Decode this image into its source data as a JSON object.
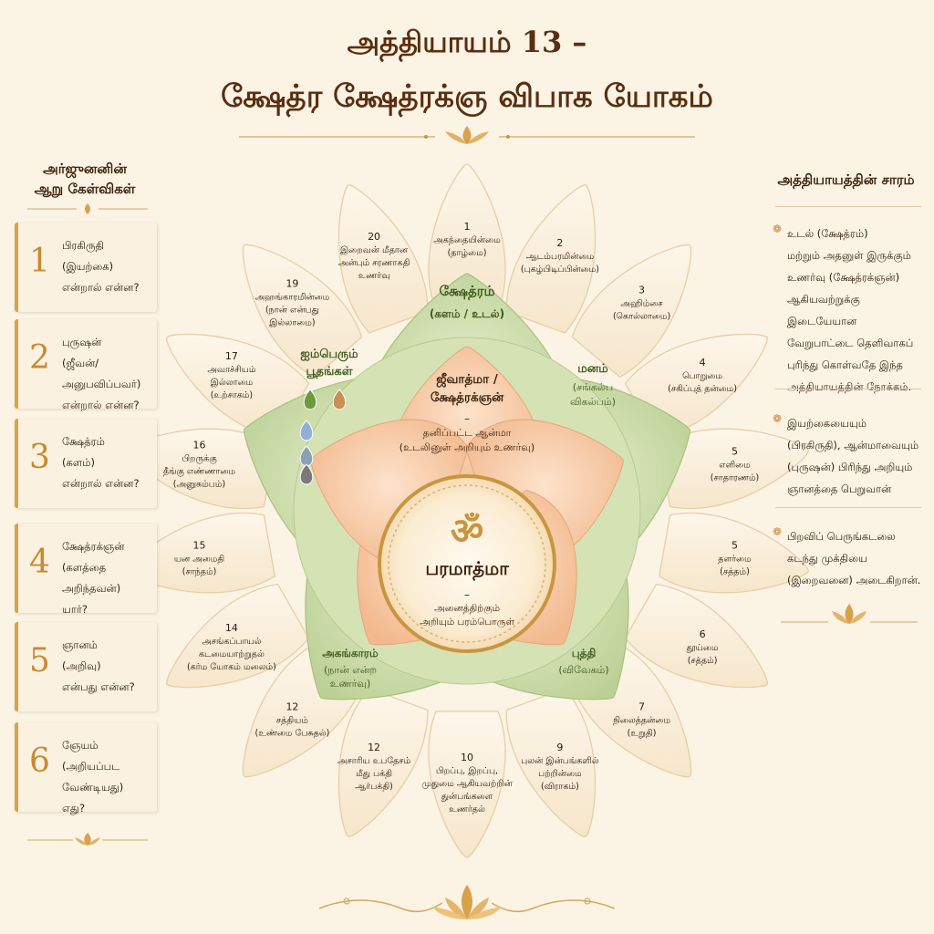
{
  "title": {
    "line1": "அத்தியாயம் 13 –",
    "line2": "க்ஷேத்ர க்ஷேத்ரக்ஞ விபாக யோகம்"
  },
  "questions": {
    "heading_line1": "அர்ஜுனனின்",
    "heading_line2": "ஆறு கேள்விகள்",
    "items": [
      {
        "num": "1",
        "lines": [
          "பிரகிருதி",
          "(இயற்கை)",
          "என்றால் என்ன?"
        ]
      },
      {
        "num": "2",
        "lines": [
          "புருஷன்",
          "(ஜீவன்/அனுபவிப்பவர்)",
          "என்றால் என்ன?"
        ]
      },
      {
        "num": "3",
        "lines": [
          "க்ஷேத்ரம்",
          "(களம்)",
          "என்றால் என்ன?"
        ]
      },
      {
        "num": "4",
        "lines": [
          "க்ஷேத்ரக்ஞன்",
          "(களத்தை அறிந்தவன்)",
          "யார்?"
        ]
      },
      {
        "num": "5",
        "lines": [
          "ஞானம்",
          "(அறிவு)",
          "என்பது என்ன?"
        ]
      },
      {
        "num": "6",
        "lines": [
          "ஞேயம்",
          "(அறியப்பட வேண்டியது)",
          "எது?"
        ]
      }
    ]
  },
  "summary": {
    "heading": "அத்தியாயத்தின் சாரம்",
    "items": [
      {
        "lines": [
          "உடல் (க்ஷேத்ரம்)",
          "மற்றும் அதனுள் இருக்கும்",
          "உணர்வு (க்ஷேத்ரக்ஞன்)",
          "ஆகியவற்றுக்கு இடையேயான",
          "வேறுபாட்டை தெளிவாகப்",
          "புரிந்து கொள்வதே இந்த",
          "அத்தியாயத்தின் நோக்கம்."
        ]
      },
      {
        "lines": [
          "இயற்கையையும்",
          "(பிரகிருதி), ஆன்மாவையும்",
          "(புருஷன்) பிரிந்து அறியும்",
          "ஞானத்தை பெறுவான்"
        ]
      },
      {
        "lines": [
          "பிறவிப் பெருங்கடலை",
          "கடந்து முக்தியை",
          "(இறைவனை) அடைகிறான்."
        ]
      }
    ]
  },
  "petals": [
    {
      "num": "1",
      "lines": [
        "அகந்தையின்மை",
        "(தாழ்மை)"
      ]
    },
    {
      "num": "2",
      "lines": [
        "ஆடம்பரமின்மை",
        "(புகழ்பிடிப்பின்மை)"
      ]
    },
    {
      "num": "3",
      "lines": [
        "அஹிம்சை",
        "(கொல்லாமை)"
      ]
    },
    {
      "num": "4",
      "lines": [
        "பொறுமை",
        "(சகிப்புத் தன்மை)"
      ]
    },
    {
      "num": "5",
      "lines": [
        "எளிமை",
        "(சாதாரணம்)"
      ]
    },
    {
      "num": "5",
      "lines": [
        "தளர்மை",
        "(சத்தம்)"
      ]
    },
    {
      "num": "6",
      "lines": [
        "தூய்மை",
        "(சத்தம்)"
      ]
    },
    {
      "num": "7",
      "lines": [
        "நிலைத்தன்மை",
        "(உறுதி)"
      ]
    },
    {
      "num": "9",
      "lines": [
        "புலன் இன்பங்களில்",
        "பற்றின்மை",
        "(விராகம்)"
      ]
    },
    {
      "num": "10",
      "lines": [
        "பிறப்பு, இறப்பு,",
        "முதுமை ஆகியவற்றின்",
        "துன்பங்களை",
        "உணர்தல்"
      ]
    },
    {
      "num": "12",
      "lines": [
        "அசாரிய உபதேசம்",
        "மீது பக்தி",
        "ஆர்பக்தி)"
      ]
    },
    {
      "num": "12",
      "lines": [
        "சத்தியம்",
        "(உண்மை பேசுதல்)"
      ]
    },
    {
      "num": "14",
      "lines": [
        "அசங்கப்பாயல்",
        "கடமையாற்றுதல்",
        "(கர்ம யோகம் மலைம்)"
      ]
    },
    {
      "num": "15",
      "lines": [
        "யன அமைதி",
        "(சாந்தம்)"
      ]
    },
    {
      "num": "16",
      "lines": [
        "பிறருக்கு",
        "தீங்கு எண்ணாமை",
        "(அனுகம்பம்)"
      ]
    },
    {
      "num": "17",
      "lines": [
        "அவாச்சியம்",
        "இல்லாமை",
        "(உற்சாகம்)"
      ]
    },
    {
      "num": "19",
      "lines": [
        "அஹங்காரமின்மை",
        "(நான் என்பது",
        "இல்லாமை)"
      ]
    },
    {
      "num": "20",
      "lines": [
        "இறைவன் மீதான",
        "அன்பும் சரணாகதி",
        "உணர்வு"
      ]
    }
  ],
  "green": {
    "top": {
      "title": "க்ஷேத்ரம்",
      "sub": "(களம் / உடல்)"
    },
    "left": {
      "lines": [
        "ஐம்பெரும்",
        "பூதங்கள்"
      ]
    },
    "right": {
      "title": "மனம்",
      "lines": [
        "(சங்கல்ப",
        "விகல்பம்)"
      ]
    },
    "bottom_left": {
      "title": "அகங்காரம்",
      "lines": [
        "(நான் என்ற",
        "உணர்வு)"
      ]
    },
    "bottom_right": {
      "title": "புத்தி",
      "lines": [
        "(விவேகம்)"
      ]
    }
  },
  "jiva": {
    "lines": [
      "ஜீவாத்மா /",
      "க்ஷேத்ரக்ஞன்"
    ],
    "dash": "–",
    "sub": [
      "தனிப்பட்ட ஆன்மா",
      "(உடலினுள் அறியும் உணர்வு)"
    ]
  },
  "center": {
    "symbol": "ॐ",
    "title": "பரமாத்மா",
    "dash": "–",
    "sub": [
      "அனைத்திற்கும்",
      "அறியும் பரம்பொருள்"
    ]
  },
  "elements_icons": [
    "leaf-icon",
    "fire-icon",
    "water-drop-icon",
    "air-icon",
    "earth-icon"
  ],
  "colors": {
    "background": "#fbf3e4",
    "petal_cream": "#fbf0dd",
    "green": "#c5d7a4",
    "peach": "#f6c9a4",
    "gold": "#c9953f",
    "title_brown": "#5a2e0e"
  }
}
